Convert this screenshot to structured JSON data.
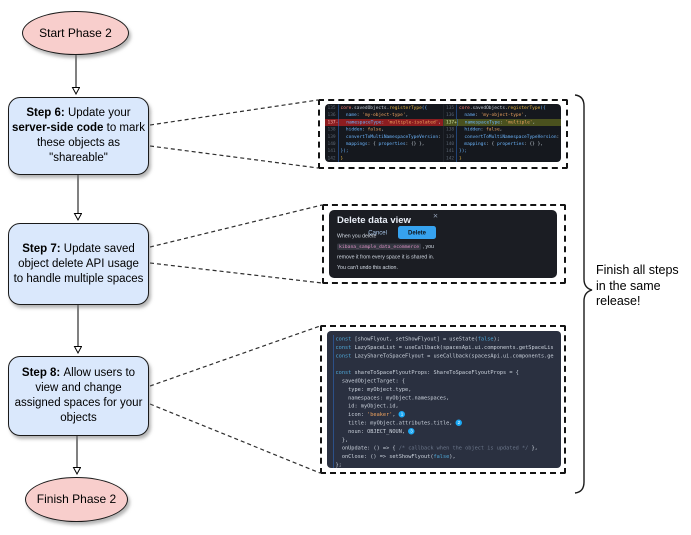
{
  "colors": {
    "node_blue_fill": "#dae8fc",
    "node_pink_fill": "#f8cecc",
    "modal_bg": "#1b1d23",
    "primary_button_blue": "#36a2ef",
    "diff_deleted_bg": "#8c1d20",
    "diff_added_bg": "#4a511e",
    "callout_badge_blue": "#1ba9f5"
  },
  "flowchart": {
    "start_label": "Start Phase 2",
    "finish_label": "Finish Phase 2",
    "annotation": "Finish all steps\nin the same\nrelease!",
    "steps": [
      {
        "segments": [
          {
            "t": "Step 6: ",
            "b": 1
          },
          {
            "t": "Update your "
          },
          {
            "t": "server-side code",
            "b": 1
          },
          {
            "t": " to mark these objects as \"shareable\""
          }
        ]
      },
      {
        "segments": [
          {
            "t": "Step 7: ",
            "b": 1
          },
          {
            "t": "Update saved object delete API usage to handle multiple spaces"
          }
        ]
      },
      {
        "segments": [
          {
            "t": "Step 8: ",
            "b": 1
          },
          {
            "t": "Allow users to view and change assigned spaces for your objects"
          }
        ]
      }
    ]
  },
  "diff_screenshot": {
    "left": {
      "lines": [
        {
          "n": "135",
          "t": [
            [
              "r",
              "core"
            ],
            [
              "p",
              ".savedObjects."
            ],
            [
              "y",
              "registerType"
            ],
            [
              "b",
              "({"
            ]
          ]
        },
        {
          "n": "136",
          "t": [
            [
              "p",
              "  "
            ],
            [
              "b",
              "name"
            ],
            [
              "p",
              ": "
            ],
            [
              "s",
              "'my-object-type'"
            ],
            [
              "p",
              ","
            ]
          ]
        },
        {
          "n": "137-",
          "type": "del",
          "t": [
            [
              "p",
              "  "
            ],
            [
              "b",
              "namespaceType"
            ],
            [
              "p",
              ": "
            ],
            [
              "s",
              "'multiple-isolated'"
            ],
            [
              "p",
              ","
            ]
          ]
        },
        {
          "n": "138",
          "t": [
            [
              "p",
              "  "
            ],
            [
              "b",
              "hidden"
            ],
            [
              "p",
              ": "
            ],
            [
              "s",
              "false"
            ],
            [
              "p",
              ","
            ]
          ]
        },
        {
          "n": "139",
          "t": [
            [
              "p",
              "  "
            ],
            [
              "b",
              "convertToMultiNamespaceTypeVersion"
            ],
            [
              "p",
              ": "
            ],
            [
              "s",
              "'"
            ]
          ]
        },
        {
          "n": "140",
          "t": [
            [
              "p",
              "  "
            ],
            [
              "b",
              "mappings"
            ],
            [
              "p",
              ": { "
            ],
            [
              "b",
              "properties"
            ],
            [
              "p",
              ": {} },"
            ]
          ]
        },
        {
          "n": "141",
          "t": [
            [
              "b",
              "});"
            ]
          ]
        },
        {
          "n": "142",
          "t": [
            [
              "y",
              "}"
            ]
          ]
        }
      ]
    },
    "right": {
      "lines": [
        {
          "n": "135",
          "t": [
            [
              "r",
              "core"
            ],
            [
              "p",
              ".savedObjects."
            ],
            [
              "y",
              "registerType"
            ],
            [
              "b",
              "({"
            ]
          ]
        },
        {
          "n": "136",
          "t": [
            [
              "p",
              "  "
            ],
            [
              "b",
              "name"
            ],
            [
              "p",
              ": "
            ],
            [
              "s",
              "'my-object-type'"
            ],
            [
              "p",
              ","
            ]
          ]
        },
        {
          "n": "137+",
          "type": "add",
          "t": [
            [
              "p",
              "  "
            ],
            [
              "b",
              "namespaceType"
            ],
            [
              "p",
              ": "
            ],
            [
              "s",
              "'multiple'"
            ],
            [
              "p",
              ","
            ]
          ]
        },
        {
          "n": "138",
          "t": [
            [
              "p",
              "  "
            ],
            [
              "b",
              "hidden"
            ],
            [
              "p",
              ": "
            ],
            [
              "s",
              "false"
            ],
            [
              "p",
              ","
            ]
          ]
        },
        {
          "n": "139",
          "t": [
            [
              "p",
              "  "
            ],
            [
              "b",
              "convertToMultiNamespaceTypeVersion"
            ],
            [
              "p",
              ": "
            ],
            [
              "s",
              "'"
            ]
          ]
        },
        {
          "n": "140",
          "t": [
            [
              "p",
              "  "
            ],
            [
              "b",
              "mappings"
            ],
            [
              "p",
              ": { "
            ],
            [
              "b",
              "properties"
            ],
            [
              "p",
              ": {} },"
            ]
          ]
        },
        {
          "n": "141",
          "t": [
            [
              "b",
              "});"
            ]
          ]
        },
        {
          "n": "142",
          "t": [
            [
              "y",
              "}"
            ]
          ]
        }
      ]
    }
  },
  "modal_screenshot": {
    "title": "Delete data view",
    "close_glyph": "×",
    "body_segments": [
      {
        "t": "When you delete "
      },
      {
        "t": "kibana_sample_data_ecommerce",
        "code": 1
      },
      {
        "t": " , you remove it from every space it is shared in. You can't undo this action."
      }
    ],
    "cancel_label": "Cancel",
    "delete_label": "Delete"
  },
  "code_screenshot": {
    "lines": [
      {
        "t": [
          [
            "k",
            "const"
          ],
          [
            "p",
            " [showFlyout, setShowFlyout] = useState("
          ],
          [
            "k",
            "false"
          ],
          [
            "p",
            ");"
          ]
        ]
      },
      {
        "t": [
          [
            "k",
            "const"
          ],
          [
            "p",
            " LazySpaceList = useCallback(spacesApi.ui.components.getSpaceLis"
          ]
        ]
      },
      {
        "t": [
          [
            "k",
            "const"
          ],
          [
            "p",
            " LazyShareToSpaceFlyout = useCallback(spacesApi.ui.components.ge"
          ]
        ]
      },
      {
        "t": []
      },
      {
        "t": [
          [
            "k",
            "const"
          ],
          [
            "p",
            " shareToSpaceFlyoutProps: ShareToSpaceFlyoutProps = {"
          ]
        ]
      },
      {
        "t": [
          [
            "p",
            "  savedObjectTarget: {"
          ]
        ]
      },
      {
        "t": [
          [
            "p",
            "    type: myObject.type,"
          ]
        ]
      },
      {
        "t": [
          [
            "p",
            "    namespaces: myObject.namespaces,"
          ]
        ]
      },
      {
        "t": [
          [
            "p",
            "    id: myObject.id,"
          ]
        ]
      },
      {
        "t": [
          [
            "p",
            "    icon: "
          ],
          [
            "s",
            "'beaker'"
          ],
          [
            "p",
            ", "
          ],
          [
            "g",
            "1"
          ]
        ]
      },
      {
        "t": [
          [
            "p",
            "    title: myObject.attributes.title, "
          ],
          [
            "g",
            "2"
          ]
        ]
      },
      {
        "t": [
          [
            "p",
            "    noun: OBJECT_NOUN, "
          ],
          [
            "g",
            "3"
          ]
        ]
      },
      {
        "t": [
          [
            "p",
            "  },"
          ]
        ]
      },
      {
        "t": [
          [
            "p",
            "  onUpdate: () => { "
          ],
          [
            "c",
            "/* callback when the object is updated */"
          ],
          [
            "p",
            " },"
          ]
        ]
      },
      {
        "t": [
          [
            "p",
            "  onClose: () => setShowFlyout("
          ],
          [
            "k",
            "false"
          ],
          [
            "p",
            "),"
          ]
        ]
      },
      {
        "t": [
          [
            "p",
            "};"
          ]
        ]
      }
    ]
  }
}
